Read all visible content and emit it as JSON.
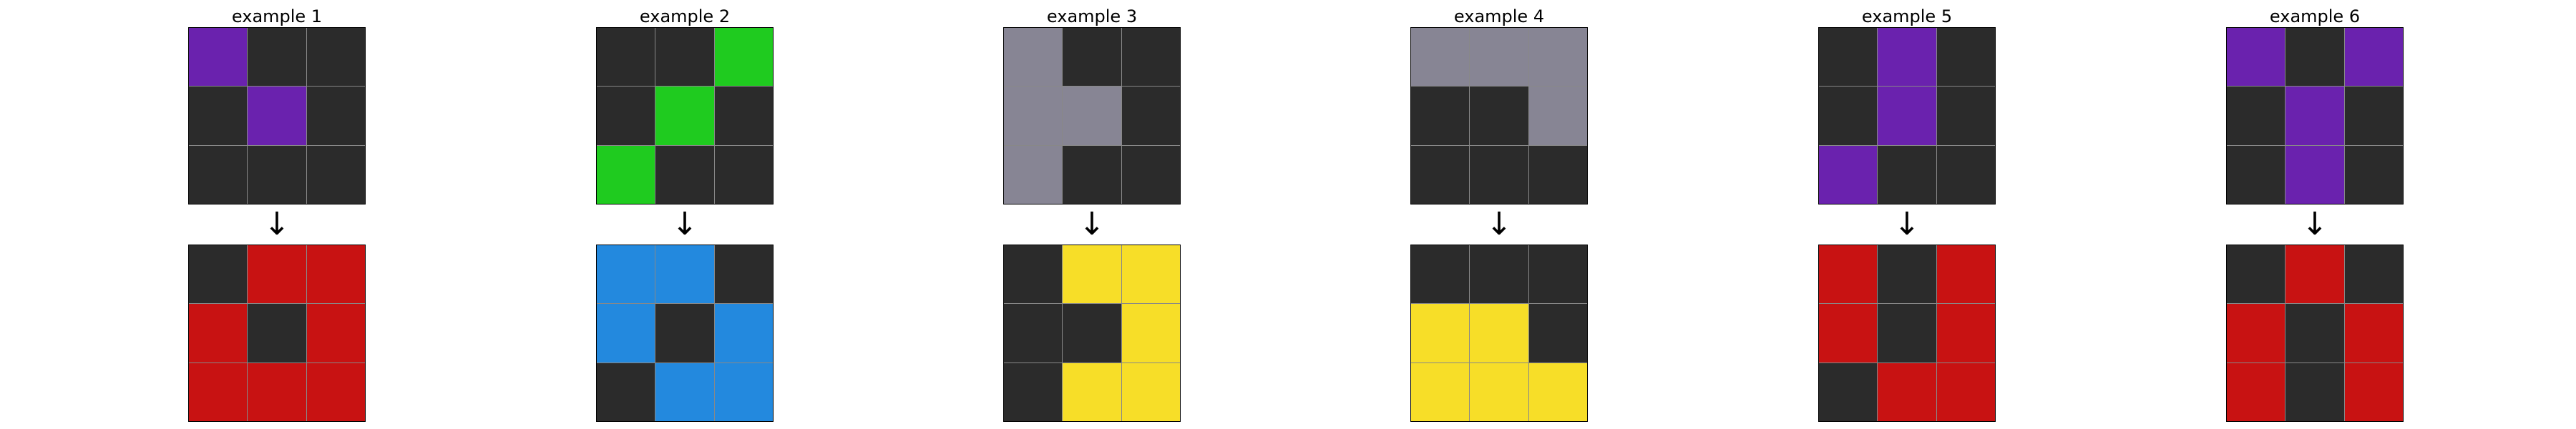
{
  "palette": {
    "0": "#2b2b2b",
    "1": "#6a22ae",
    "2": "#1fcb1f",
    "3": "#878594",
    "4": "#c81212",
    "5": "#2389de",
    "6": "#f7de28"
  },
  "arrow_symbol": "↓",
  "examples": [
    {
      "title": "example 1",
      "input": [
        [
          1,
          0,
          0
        ],
        [
          0,
          1,
          0
        ],
        [
          0,
          0,
          0
        ]
      ],
      "output": [
        [
          0,
          4,
          4
        ],
        [
          4,
          0,
          4
        ],
        [
          4,
          4,
          4
        ]
      ]
    },
    {
      "title": "example 2",
      "input": [
        [
          0,
          0,
          2
        ],
        [
          0,
          2,
          0
        ],
        [
          2,
          0,
          0
        ]
      ],
      "output": [
        [
          5,
          5,
          0
        ],
        [
          5,
          0,
          5
        ],
        [
          0,
          5,
          5
        ]
      ]
    },
    {
      "title": "example 3",
      "input": [
        [
          3,
          0,
          0
        ],
        [
          3,
          3,
          0
        ],
        [
          3,
          0,
          0
        ]
      ],
      "output": [
        [
          0,
          6,
          6
        ],
        [
          0,
          0,
          6
        ],
        [
          0,
          6,
          6
        ]
      ]
    },
    {
      "title": "example 4",
      "input": [
        [
          3,
          3,
          3
        ],
        [
          0,
          0,
          3
        ],
        [
          0,
          0,
          0
        ]
      ],
      "output": [
        [
          0,
          0,
          0
        ],
        [
          6,
          6,
          0
        ],
        [
          6,
          6,
          6
        ]
      ]
    },
    {
      "title": "example 5",
      "input": [
        [
          0,
          1,
          0
        ],
        [
          0,
          1,
          0
        ],
        [
          1,
          0,
          0
        ]
      ],
      "output": [
        [
          4,
          0,
          4
        ],
        [
          4,
          0,
          4
        ],
        [
          0,
          4,
          4
        ]
      ]
    },
    {
      "title": "example 6",
      "input": [
        [
          1,
          0,
          1
        ],
        [
          0,
          1,
          0
        ],
        [
          0,
          1,
          0
        ]
      ],
      "output": [
        [
          0,
          4,
          0
        ],
        [
          4,
          0,
          4
        ],
        [
          4,
          0,
          4
        ]
      ]
    }
  ]
}
